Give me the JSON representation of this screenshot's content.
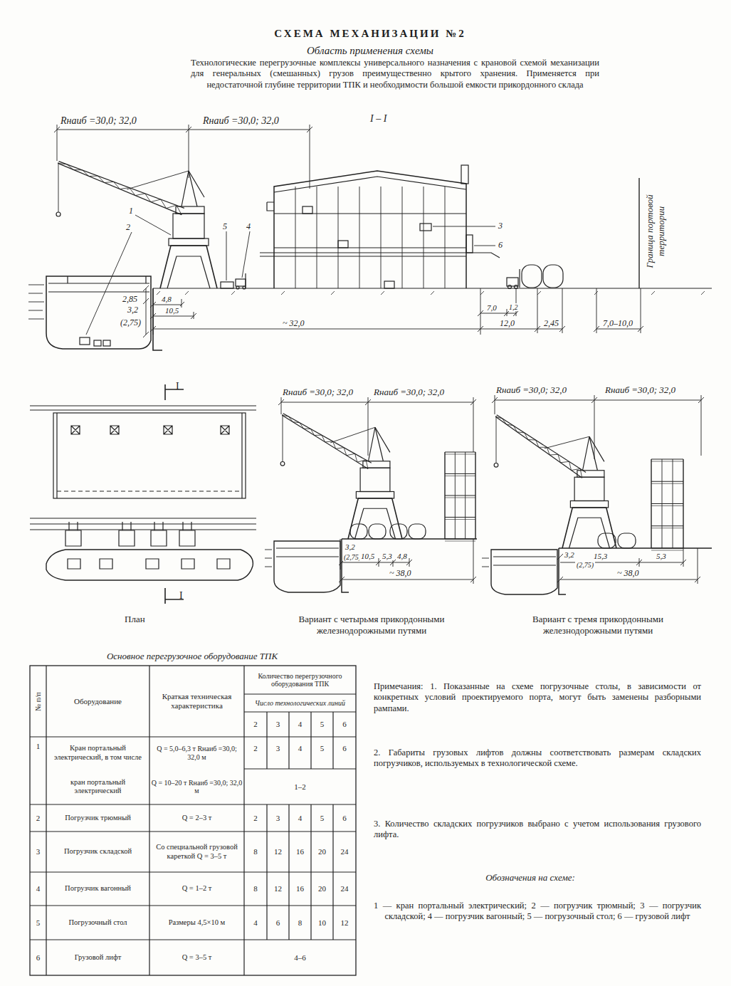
{
  "diagram": {
    "title": "СХЕМА МЕХАНИЗАЦИИ №2",
    "labels": [
      "Область применения схемы",
      "Технологические перегрузочные комплексы универсального назначения с крановой схемой механизации для генеральных (смешанных) грузов преимущественно крытого хранения. Применяется при недостаточной глубине территории ТПК и необходимости большой емкости прикордонного склада",
      "Rнаиб =30,0; 32,0",
      "Rнаиб =30,0; 32,0",
      "I – I",
      "Граница портовой территории",
      "1",
      "2",
      "5",
      "4",
      "3",
      "6",
      "2,85",
      "3,2",
      "(2,75)",
      "4,8",
      "10,5",
      "~ 32,0",
      "7,0",
      "1,2",
      "12,0",
      "2,45",
      "7,0–10,0",
      "I",
      "I",
      "План",
      "Rнаиб =30,0; 32,0",
      "Rнаиб =30,0; 32,0",
      "3,2",
      "(2,75)",
      "10,5",
      "5,3",
      "4,8",
      "~ 38,0",
      "Вариант с четырьмя прикордонными железнодорожными путями",
      "Rнаиб =30,0; 32,0",
      "Rнаиб =30,0; 32,0",
      "3,2",
      "(2,75)",
      "15,3",
      "5,3",
      "~ 38,0",
      "Вариант с тремя прикордонными железнодорожными путями",
      "Основное перегрузочное оборудование ТПК",
      "№ п/п",
      "Оборудование",
      "Краткая техническая характеристика",
      "Количество перегрузочного оборудования ТПК",
      "Число технологических линий",
      "2",
      "3",
      "4",
      "5",
      "6",
      "1",
      "Кран портальный электрический, в том числе",
      "кран портальный электрический",
      "Q = 5,0–6,3 т Rнаиб =30,0; 32,0 м",
      "Q = 10–20 т Rнаиб =30,0; 32,0 м",
      "2",
      "3",
      "4",
      "5",
      "6",
      "1–2",
      "2",
      "Погрузчик трюмный",
      "Q = 2–3 т",
      "2",
      "3",
      "4",
      "5",
      "6",
      "3",
      "Погрузчик складской",
      "Со специальной грузовой кареткой Q = 3–5 т",
      "8",
      "12",
      "16",
      "20",
      "24",
      "4",
      "Погрузчик вагонный",
      "Q = 1–2 т",
      "8",
      "12",
      "16",
      "20",
      "24",
      "5",
      "Погрузочный стол",
      "Размеры 4,5×10 м",
      "4",
      "6",
      "8",
      "10",
      "12",
      "6",
      "Грузовой лифт",
      "Q = 3–5 т",
      "4–6",
      "Примечания: 1. Показанные на схеме погрузочные столы, в зависимости от конкретных условий проектируемого порта, могут быть заменены разборными рампами.",
      "2. Габариты грузовых лифтов должны соответствовать размерам складских погрузчиков, используемых в технологической схеме.",
      "3. Количество складских погрузчиков выбрано с учетом использования грузового лифта.",
      "Обозначения на схеме:",
      "1 — кран портальный электрический; 2 — погрузчик трюмный; 3 — погрузчик складской; 4 — погрузчик вагонный; 5 — погрузочный стол; 6 — грузовой лифт"
    ]
  }
}
